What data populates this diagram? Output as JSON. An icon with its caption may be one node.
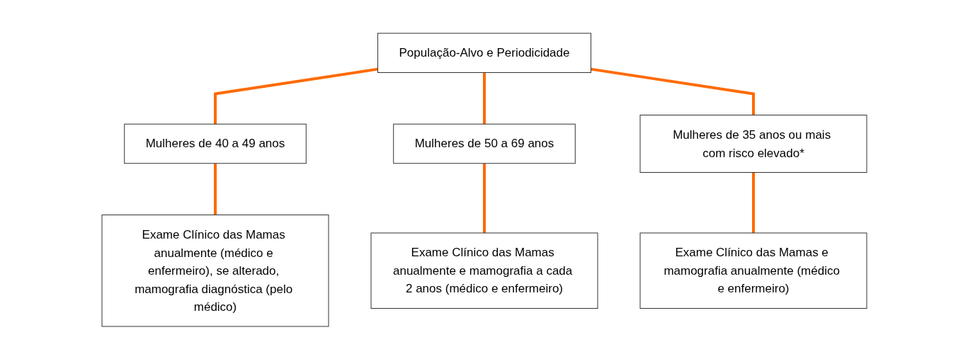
{
  "diagram": {
    "nodes": [
      {
        "text": [
          "População-Alvo e Periodicidade"
        ]
      },
      {
        "text": [
          "Mulheres de 40 a 49 anos"
        ]
      },
      {
        "text": [
          "Mulheres de 50 a 69 anos"
        ]
      },
      {
        "text": [
          "Mulheres de 35 anos ou mais com risco elevado*"
        ]
      },
      {
        "text": [
          "Exame Clínico das Mamas anualmente (médico e enfermeiro), se alterado, mamografia diagnóstica (pelo médico)"
        ]
      },
      {
        "text": [
          "Exame Clínico das Mamas anualmente e mamografia a cada 2 anos (médico e enfermeiro)"
        ]
      },
      {
        "text": [
          "Exame Clínico das Mamas e mamografia anualmente (médico e enfermeiro)"
        ]
      }
    ],
    "edges": [
      {
        "from": 0,
        "to": 1,
        "arrow": "none"
      },
      {
        "from": 0,
        "to": 2,
        "arrow": "none"
      },
      {
        "from": 0,
        "to": 3,
        "arrow": "none"
      },
      {
        "from": 1,
        "to": 4,
        "arrow": "none"
      },
      {
        "from": 2,
        "to": 5,
        "arrow": "none"
      },
      {
        "from": 3,
        "to": 6,
        "arrow": "none"
      }
    ]
  }
}
